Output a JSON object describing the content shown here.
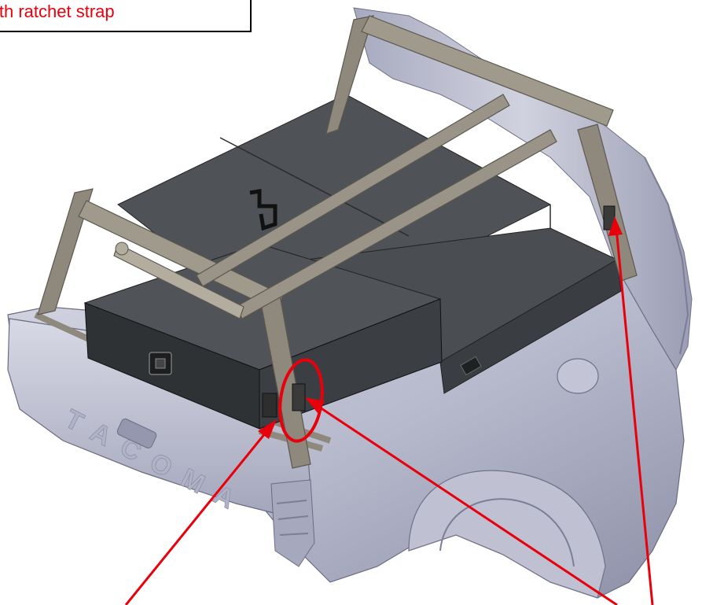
{
  "callout": {
    "text": "ith ratchet strap"
  },
  "colors": {
    "annotation": "#e8000b",
    "body_light": "#c9cbda",
    "body_mid": "#a9abc0",
    "body_dark": "#7c7e95",
    "box_top": "#4f5257",
    "box_side": "#34373a",
    "rack": "#8f897d",
    "rack_dark": "#5d584f"
  },
  "icons": [
    "truck-bed",
    "storage-box",
    "rack-frame",
    "ratchet-strap",
    "highlight-circle",
    "pointer-arrow"
  ]
}
